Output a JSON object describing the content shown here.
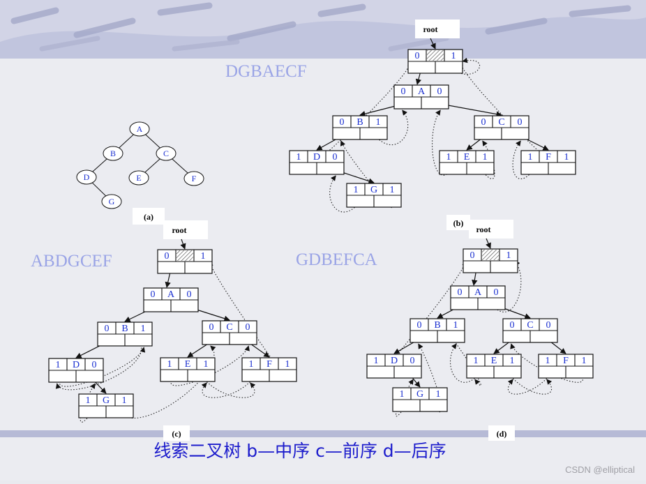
{
  "title": "线索二叉树 b—中序 c—前序 d—后序",
  "watermark": "CSDN @elliptical",
  "sequences": {
    "inorder": "DGBAECF",
    "preorder": "ABDGCEF",
    "postorder": "GDBEFCA"
  },
  "labels": {
    "a": "(a)",
    "b": "(b)",
    "c": "(c)",
    "d": "(d)",
    "root": "root"
  },
  "tree_a": {
    "nodes": [
      "A",
      "B",
      "C",
      "D",
      "E",
      "F",
      "G"
    ],
    "edges": [
      [
        "A",
        "B"
      ],
      [
        "A",
        "C"
      ],
      [
        "B",
        "D"
      ],
      [
        "C",
        "E"
      ],
      [
        "C",
        "F"
      ],
      [
        "D",
        "G"
      ]
    ]
  },
  "threaded_trees": {
    "b": [
      {
        "id": "root",
        "ltag": "0",
        "data": "",
        "rtag": "1"
      },
      {
        "id": "A",
        "ltag": "0",
        "data": "A",
        "rtag": "0"
      },
      {
        "id": "B",
        "ltag": "0",
        "data": "B",
        "rtag": "1"
      },
      {
        "id": "C",
        "ltag": "0",
        "data": "C",
        "rtag": "0"
      },
      {
        "id": "D",
        "ltag": "1",
        "data": "D",
        "rtag": "0"
      },
      {
        "id": "E",
        "ltag": "1",
        "data": "E",
        "rtag": "1"
      },
      {
        "id": "F",
        "ltag": "1",
        "data": "F",
        "rtag": "1"
      },
      {
        "id": "G",
        "ltag": "1",
        "data": "G",
        "rtag": "1"
      }
    ],
    "c": [
      {
        "id": "root",
        "ltag": "0",
        "data": "",
        "rtag": "1"
      },
      {
        "id": "A",
        "ltag": "0",
        "data": "A",
        "rtag": "0"
      },
      {
        "id": "B",
        "ltag": "0",
        "data": "B",
        "rtag": "1"
      },
      {
        "id": "C",
        "ltag": "0",
        "data": "C",
        "rtag": "0"
      },
      {
        "id": "D",
        "ltag": "1",
        "data": "D",
        "rtag": "0"
      },
      {
        "id": "E",
        "ltag": "1",
        "data": "E",
        "rtag": "1"
      },
      {
        "id": "F",
        "ltag": "1",
        "data": "F",
        "rtag": "1"
      },
      {
        "id": "G",
        "ltag": "1",
        "data": "G",
        "rtag": "1"
      }
    ],
    "d": [
      {
        "id": "root",
        "ltag": "0",
        "data": "",
        "rtag": "1"
      },
      {
        "id": "A",
        "ltag": "0",
        "data": "A",
        "rtag": "0"
      },
      {
        "id": "B",
        "ltag": "0",
        "data": "B",
        "rtag": "1"
      },
      {
        "id": "C",
        "ltag": "0",
        "data": "C",
        "rtag": "0"
      },
      {
        "id": "D",
        "ltag": "1",
        "data": "D",
        "rtag": "0"
      },
      {
        "id": "E",
        "ltag": "1",
        "data": "E",
        "rtag": "1"
      },
      {
        "id": "F",
        "ltag": "1",
        "data": "F",
        "rtag": "1"
      },
      {
        "id": "G",
        "ltag": "1",
        "data": "G",
        "rtag": "1"
      }
    ]
  },
  "colors": {
    "background": "#e9eaef",
    "banner": "#c8cbe0",
    "sequence_text": "#9aa4e6",
    "title_text": "#1c1ccc",
    "node_text": "#1a2fd0",
    "line": "#111111"
  }
}
